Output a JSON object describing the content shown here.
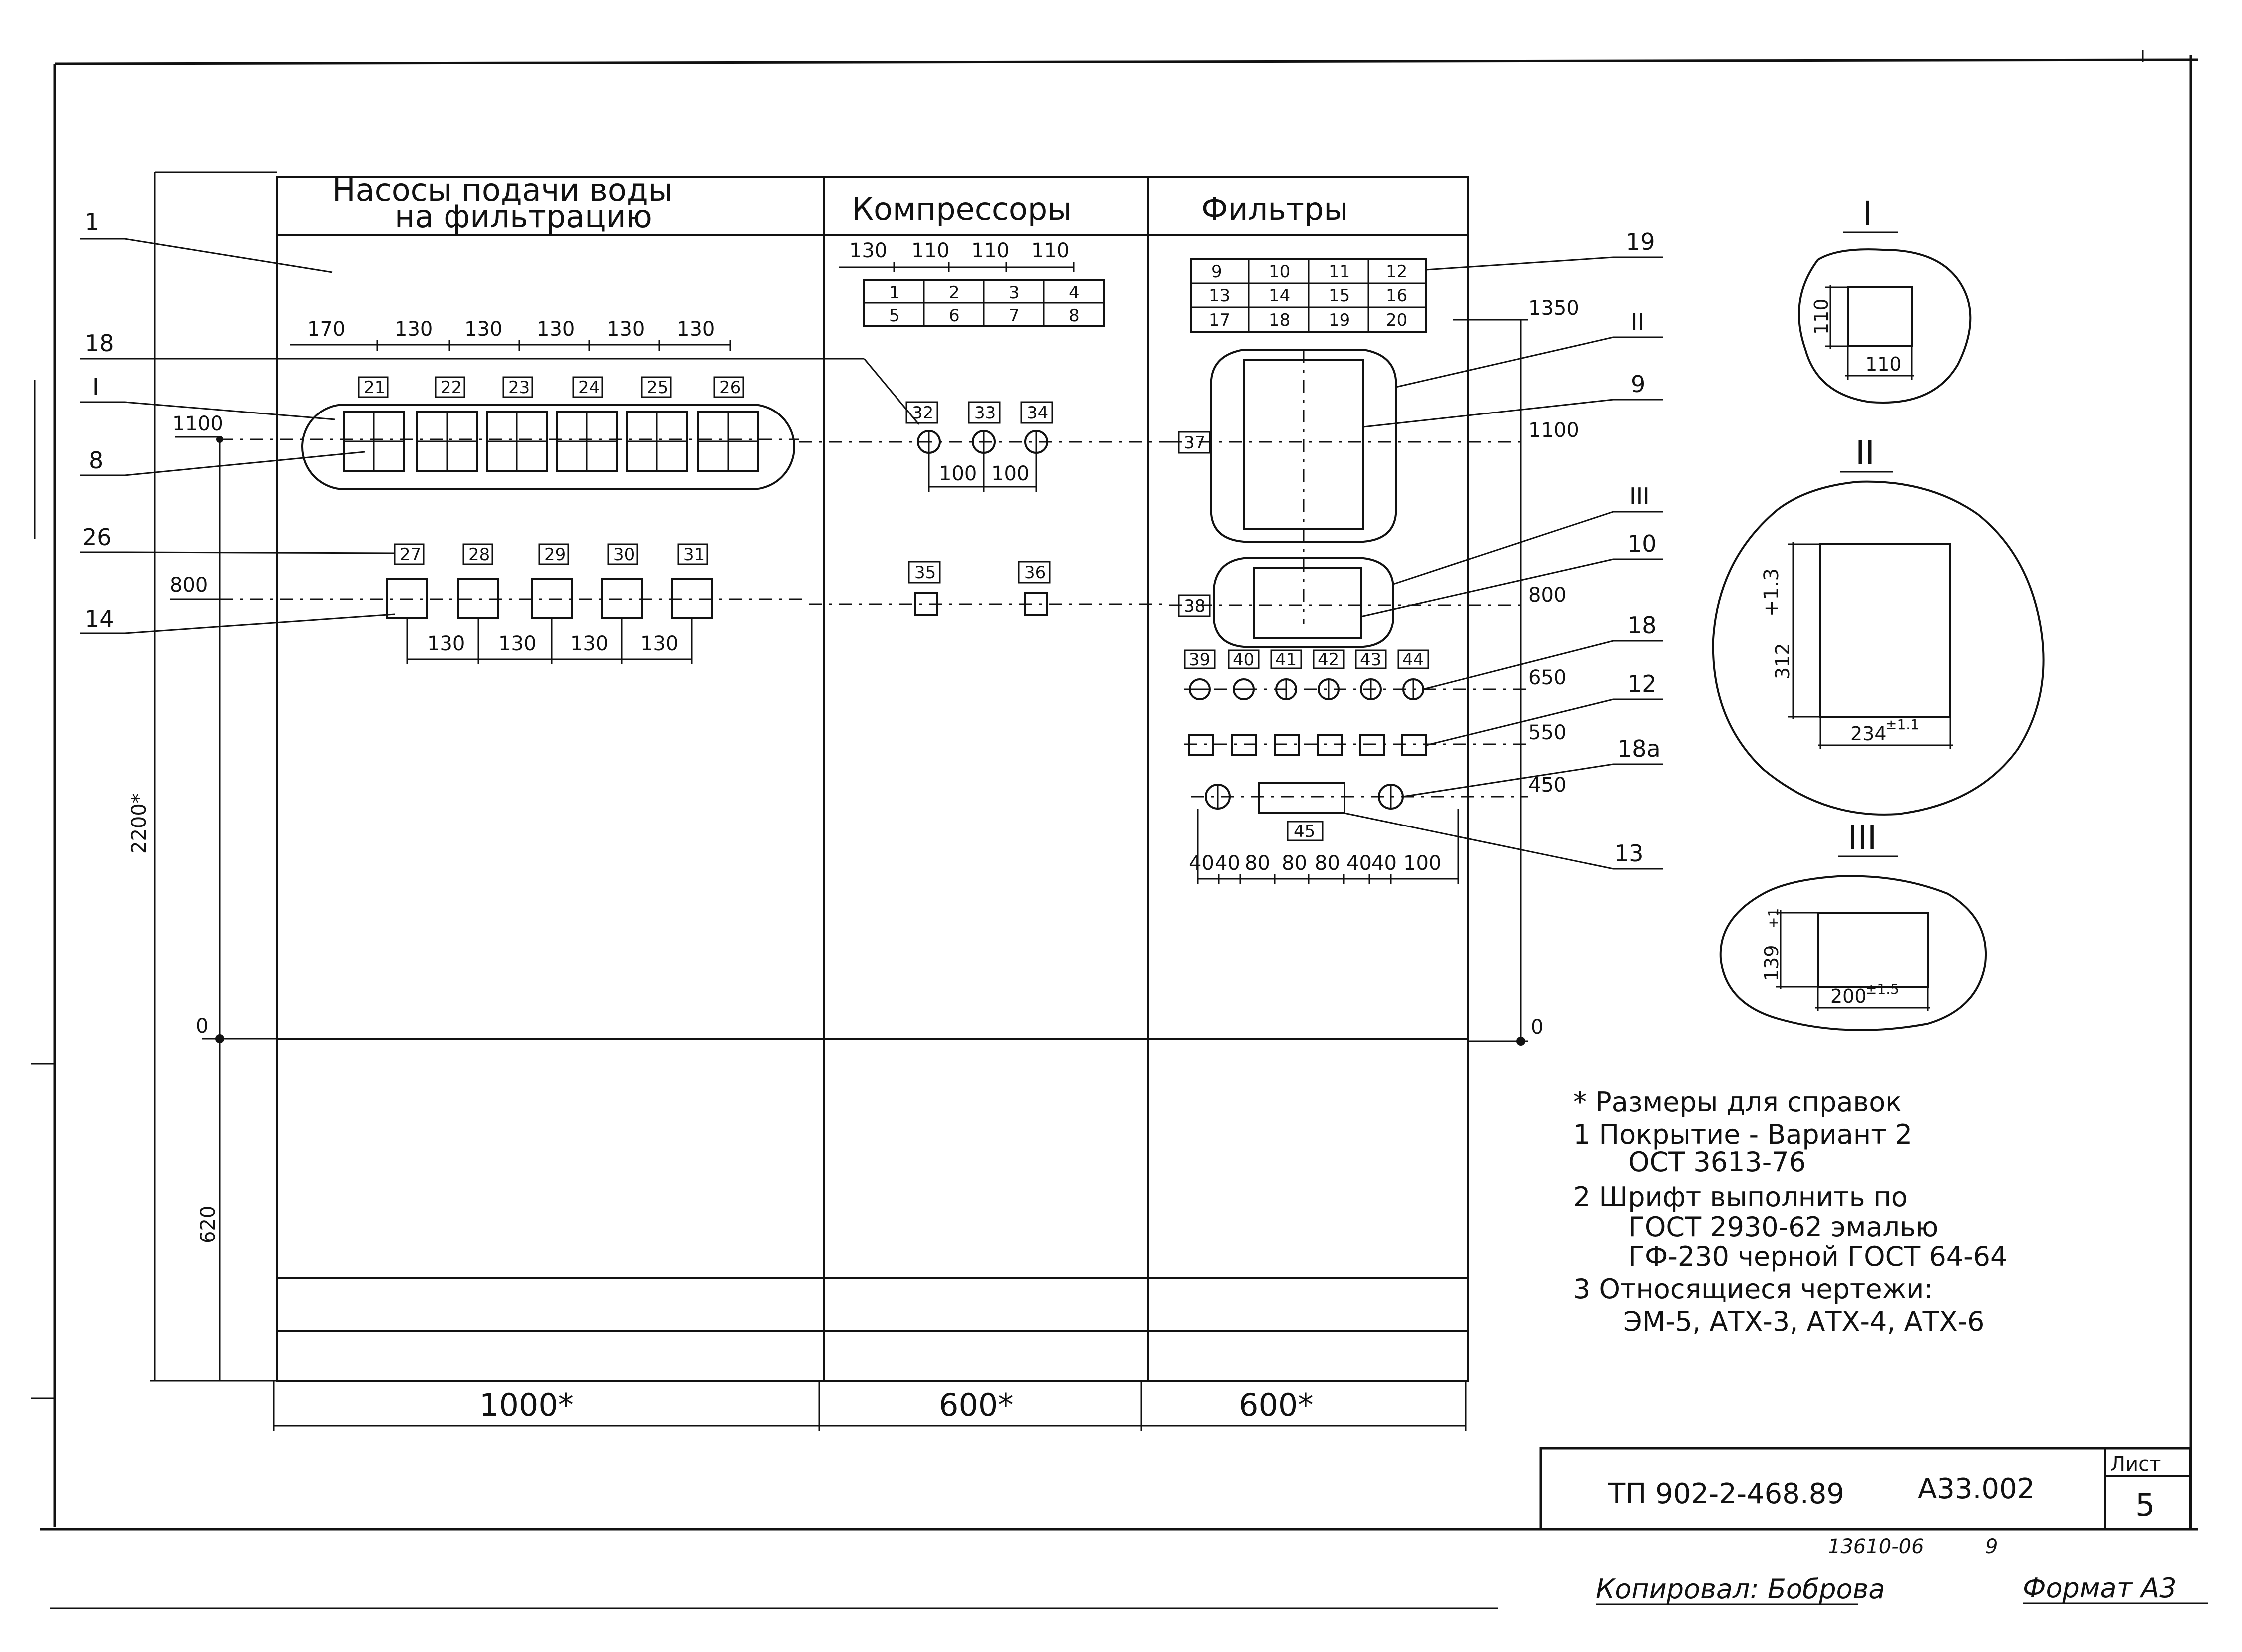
{
  "sections": {
    "pumps": {
      "title_line1": "Насосы подачи воды",
      "title_line2": "на фильтрацию"
    },
    "compressors": {
      "title": "Компрессоры"
    },
    "filters": {
      "title": "Фильтры"
    }
  },
  "pumps": {
    "top_dims": [
      "170",
      "130",
      "130",
      "130",
      "130",
      "130"
    ],
    "top_labels": [
      "21",
      "22",
      "23",
      "24",
      "25",
      "26"
    ],
    "bottom_labels": [
      "27",
      "28",
      "29",
      "30",
      "31"
    ],
    "bottom_dims": [
      "130",
      "130",
      "130",
      "130"
    ]
  },
  "compressors": {
    "top_dims": [
      "130",
      "110",
      "110",
      "110"
    ],
    "table": [
      [
        "1",
        "2",
        "3",
        "4"
      ],
      [
        "5",
        "6",
        "7",
        "8"
      ]
    ],
    "row1_labels": [
      "32",
      "33",
      "34"
    ],
    "row1_dims": [
      "100",
      "100"
    ],
    "row2_labels": [
      "35",
      "36"
    ]
  },
  "filters": {
    "table": [
      [
        "9",
        "10",
        "11",
        "12"
      ],
      [
        "13",
        "14",
        "15",
        "16"
      ],
      [
        "17",
        "18",
        "19",
        "20"
      ]
    ],
    "label_37": "37",
    "label_38": "38",
    "lamp_labels": [
      "39",
      "40",
      "41",
      "42",
      "43",
      "44"
    ],
    "label_45": "45",
    "bottom_dims": [
      "40",
      "40",
      "80",
      "80",
      "80",
      "40",
      "40",
      "100"
    ]
  },
  "callouts": {
    "left": [
      "1",
      "18",
      "I",
      "8",
      "26",
      "14"
    ],
    "right": [
      "19",
      "II",
      "9",
      "III",
      "10",
      "18",
      "12",
      "18а",
      "13"
    ]
  },
  "levels_left": {
    "l1100": "1100",
    "l800": "800",
    "zero": "0",
    "height": "2200*",
    "base": "620"
  },
  "levels_right": {
    "l1350": "1350",
    "l1100": "1100",
    "l800": "800",
    "l650": "650",
    "l550": "550",
    "l450": "450",
    "zero": "0"
  },
  "widths": [
    "1000*",
    "600*",
    "600*"
  ],
  "details": {
    "d1": {
      "roman": "I",
      "w": "110",
      "h": "110"
    },
    "d2": {
      "roman": "II",
      "w": "234",
      "w_tol": "±1.1",
      "h": "312",
      "h_tol": "+1.3"
    },
    "d3": {
      "roman": "III",
      "w": "200",
      "w_tol": "±1.5",
      "h": "139",
      "h_tol": "+1"
    }
  },
  "notes": [
    "* Размеры для справок",
    "1 Покрытие - Вариант 2",
    "ОСТ 3613-76",
    "2 Шрифт выполнить по",
    "ГОСТ 2930-62 эмалью",
    "ГФ-230 черной ГОСТ 64-64",
    "3 Относящиеся чертежи:",
    "ЭМ-5, АТХ-3, АТХ-4, АТХ-6"
  ],
  "title_block": {
    "doc_number": "ТП 902-2-468.89",
    "code": "А33.002",
    "sheet_label": "Лист",
    "sheet": "5"
  },
  "footer": {
    "archive": "13610-06",
    "archive_num": "9",
    "copied_by": "Копировал: Боброва",
    "format": "Формат А3"
  }
}
